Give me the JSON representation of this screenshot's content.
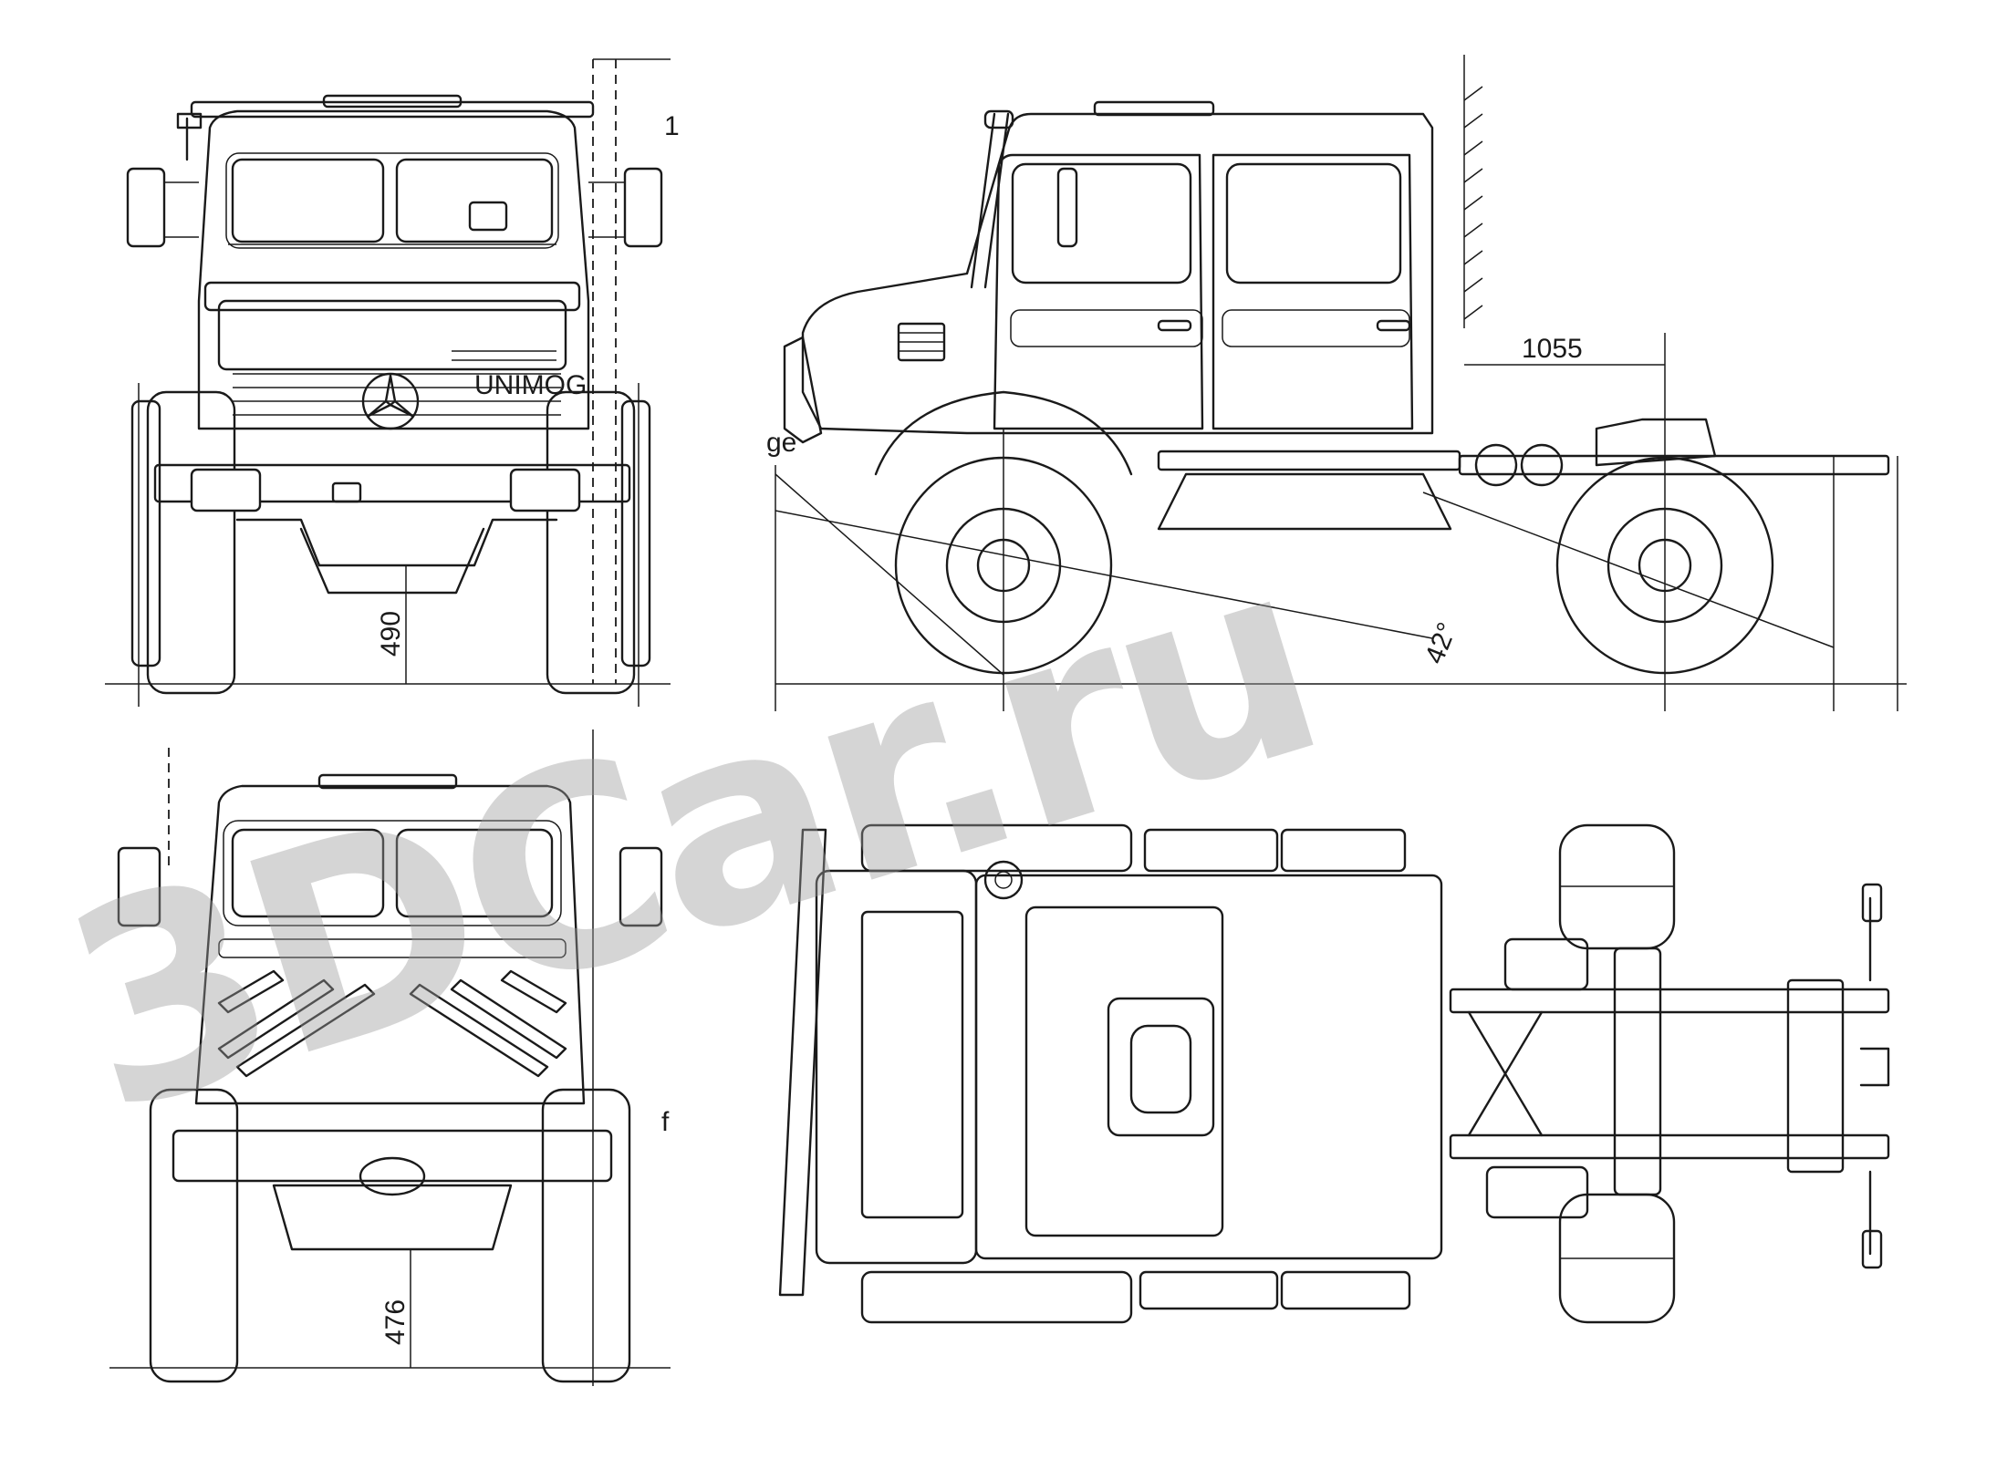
{
  "drawing": {
    "views": [
      "front",
      "side",
      "rear",
      "top"
    ],
    "dimensions": {
      "front_ground_clearance": "490",
      "rear_ground_clearance": "476",
      "side_rear_overhang": "1055",
      "side_angle": "42°"
    },
    "partial_labels": {
      "side_left_label": "ge",
      "front_top_label": "1",
      "rear_right_label": "f"
    },
    "grille_badge": "UNIMOG",
    "watermark": "3DCar.ru"
  },
  "colors": {
    "line": "#1a1a1a",
    "watermark": "#9c9c9c",
    "background": "#ffffff"
  }
}
